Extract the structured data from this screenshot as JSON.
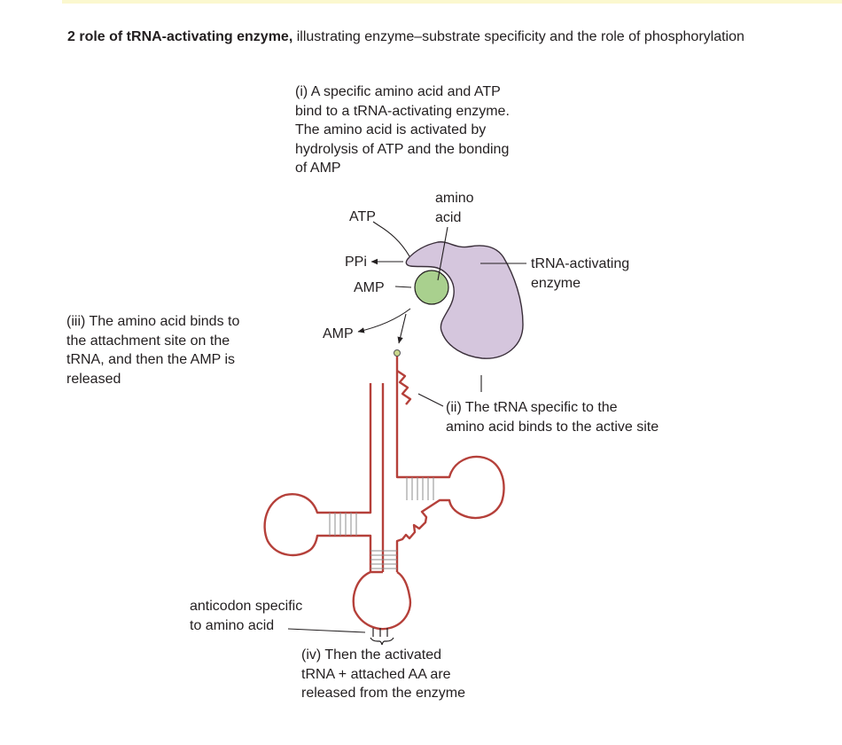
{
  "heading": {
    "bold": "2 role of tRNA-activating enzyme,",
    "rest": " illustrating enzyme–substrate specificity and the role of phosphorylation"
  },
  "steps": {
    "i": "(i) A specific amino acid and ATP\nbind to a tRNA-activating enzyme.\nThe amino acid is activated by\nhydrolysis of ATP and the bonding\nof AMP",
    "ii": "(ii) The tRNA specific to the\namino acid binds to the active site",
    "iii": "(iii) The amino acid binds to\nthe attachment site on the\ntRNA, and then the AMP is\nreleased",
    "iv": "(iv) Then the activated\ntRNA + attached AA are\nreleased from the enzyme"
  },
  "labels": {
    "amino_acid": "amino\nacid",
    "atp": "ATP",
    "ppi": "PPi",
    "amp_bound": "AMP",
    "amp_released": "AMP",
    "enzyme": "tRNA-activating\nenzyme",
    "anticodon": "anticodon specific\nto amino acid"
  },
  "colors": {
    "enzyme_fill": "#d5c6dd",
    "amino_acid_fill": "#a9d08e",
    "trna_stroke": "#b5403a",
    "top_bar": "#fbf8cf"
  }
}
